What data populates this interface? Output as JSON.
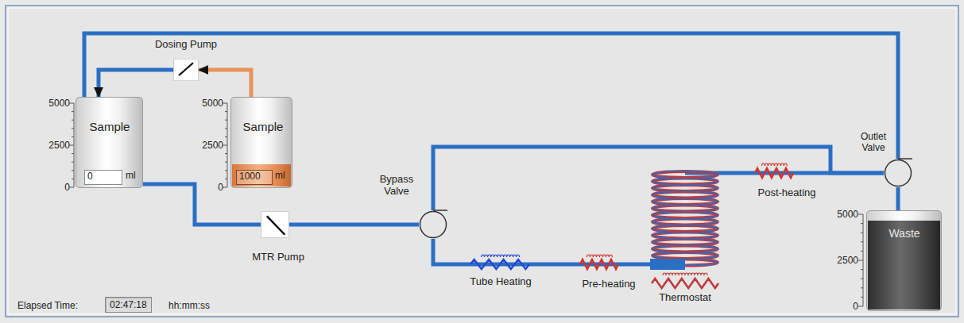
{
  "diagram": {
    "nodes": [
      {
        "text": [
          "Sample",
          "0",
          "ml"
        ]
      },
      {
        "text": [
          "Sample",
          "1000",
          "ml"
        ]
      },
      {
        "text": [
          "Dosing Pump"
        ]
      },
      {
        "text": [
          "MTR Pump"
        ]
      },
      {
        "text": [
          "Bypass Valve"
        ]
      },
      {
        "text": [
          "Tube Heating"
        ]
      },
      {
        "text": [
          "Pre-heating"
        ]
      },
      {
        "text": [
          "Thermostat"
        ]
      },
      {
        "text": [
          "Post-heating"
        ]
      },
      {
        "text": [
          "Outlet Valve"
        ]
      },
      {
        "text": [
          "Waste"
        ]
      }
    ],
    "edges": [
      {
        "from": 1,
        "to": 2,
        "arrow": "to"
      },
      {
        "from": 2,
        "to": 0,
        "arrow": "to"
      },
      {
        "from": 0,
        "to": 3,
        "arrow": "none"
      },
      {
        "from": 3,
        "to": 4,
        "arrow": "none"
      },
      {
        "from": 4,
        "to": 5,
        "arrow": "none"
      },
      {
        "from": 5,
        "to": 6,
        "arrow": "none"
      },
      {
        "from": 6,
        "to": 7,
        "arrow": "none"
      },
      {
        "from": 7,
        "to": 8,
        "arrow": "none"
      },
      {
        "from": 8,
        "to": 9,
        "arrow": "none"
      },
      {
        "from": 4,
        "to": 9,
        "arrow": "none"
      },
      {
        "from": 9,
        "to": 10,
        "arrow": "none"
      },
      {
        "from": 9,
        "to": 0,
        "arrow": "none"
      }
    ],
    "labels": [
      "5000",
      "2500",
      "0",
      "5000",
      "2500",
      "0",
      "5000",
      "2500",
      "0",
      "Elapsed Time:",
      "02:47:18",
      "hh:mm:ss"
    ]
  }
}
